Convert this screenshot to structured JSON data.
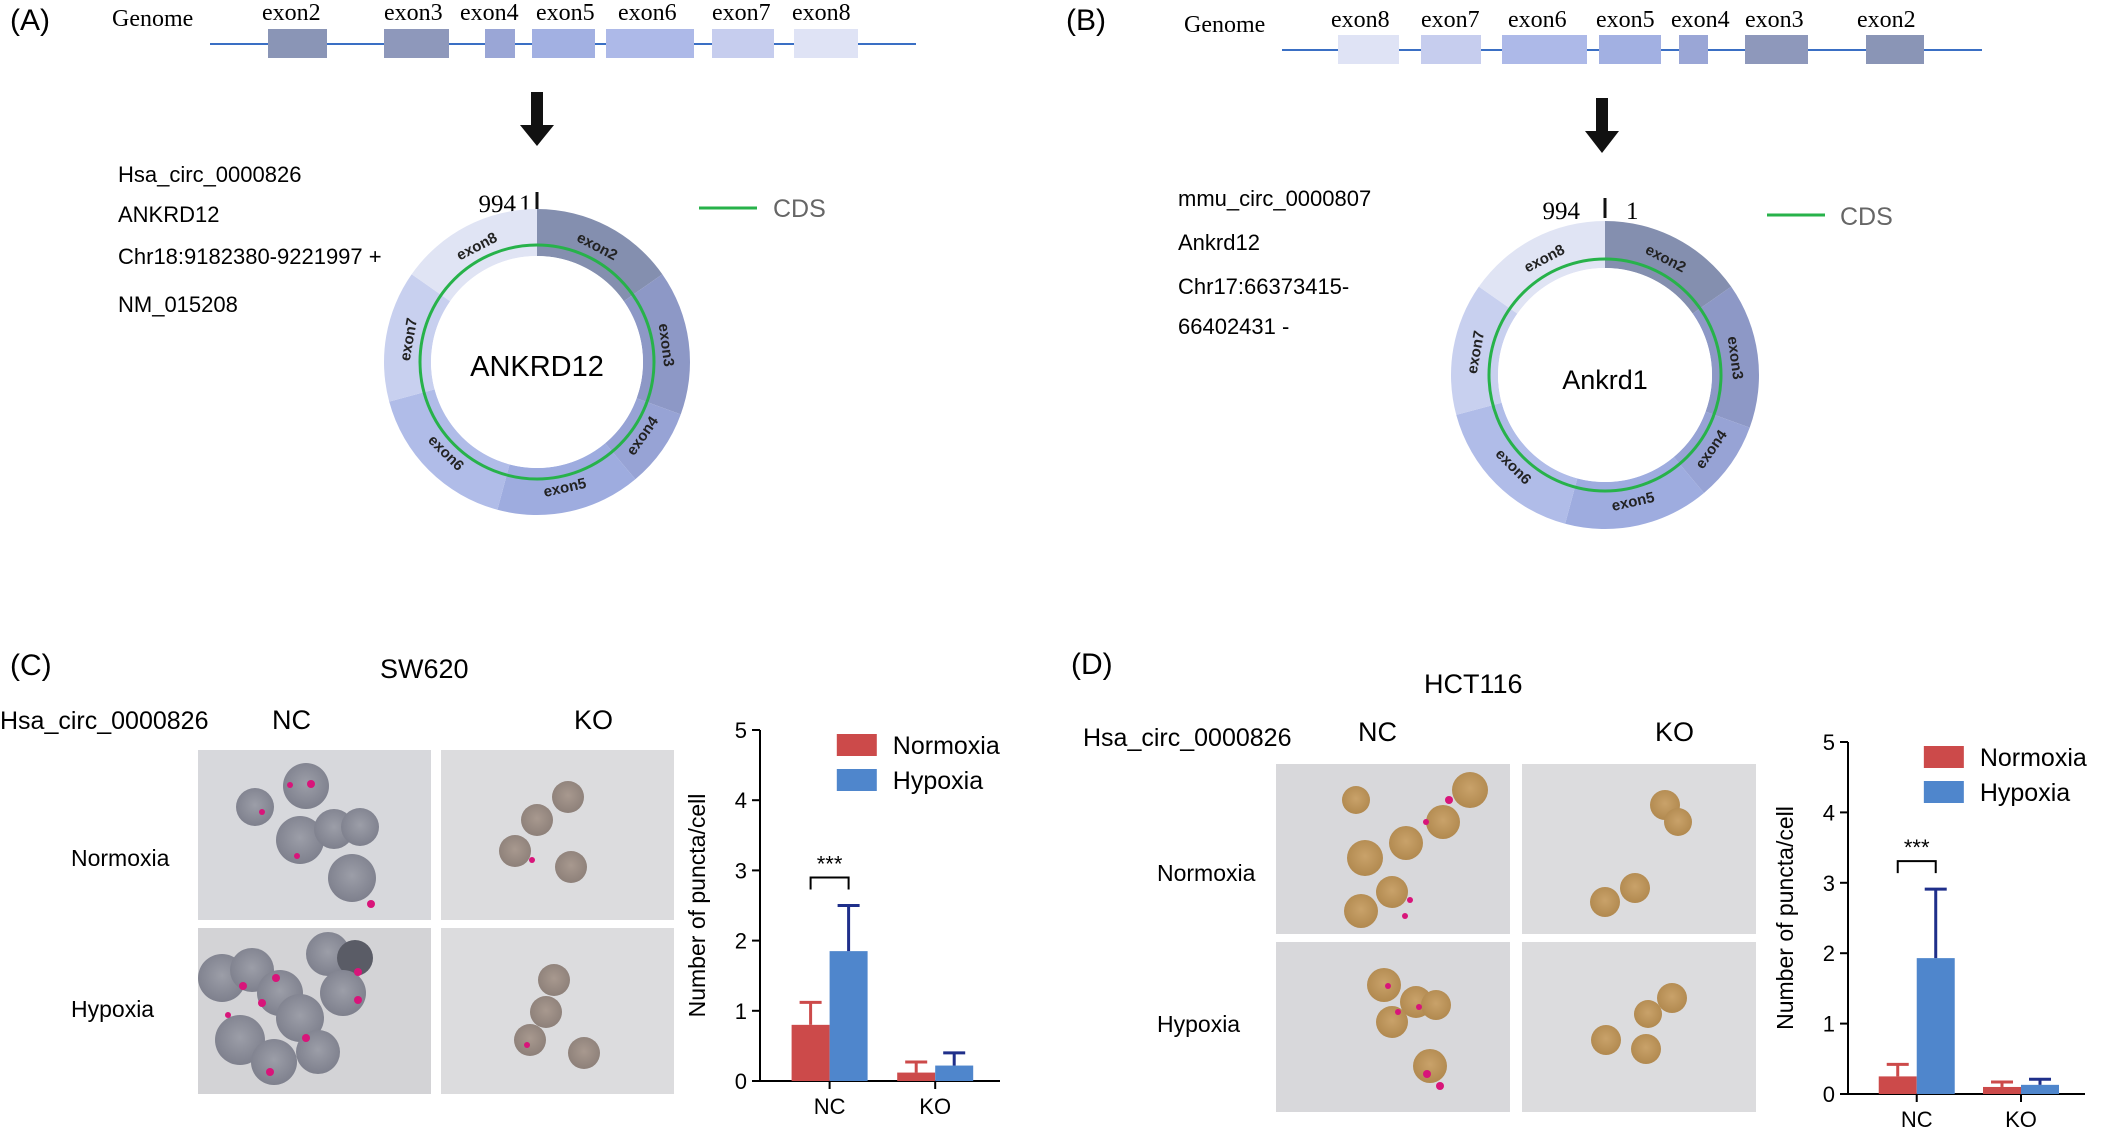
{
  "panels": {
    "A": {
      "label": "(A)",
      "genome_label": "Genome",
      "exons": [
        "exon2",
        "exon3",
        "exon4",
        "exon5",
        "exon6",
        "exon7",
        "exon8"
      ],
      "exon_colors": [
        "#8a95b6",
        "#8e98bb",
        "#9aa6d6",
        "#a2b0e2",
        "#adb9e8",
        "#c6cdee",
        "#dfe3f5"
      ],
      "info": [
        "Hsa_circ_0000826",
        "ANKRD12",
        "Chr18:9182380-9221997  +",
        "NM_015208"
      ],
      "pos_end": "994",
      "pos_start": "1",
      "legend": "CDS",
      "center": "ANKRD12",
      "ring_labels": [
        "exon2",
        "exon3",
        "exon4",
        "exon5",
        "exon6",
        "exon7",
        "exon8"
      ]
    },
    "B": {
      "label": "(B)",
      "genome_label": "Genome",
      "exons": [
        "exon8",
        "exon7",
        "exon6",
        "exon5",
        "exon4",
        "exon3",
        "exon2"
      ],
      "exon_colors": [
        "#dfe3f5",
        "#c6cdee",
        "#adb9e8",
        "#a2b0e2",
        "#9aa6d6",
        "#8e98bb",
        "#8a95b6"
      ],
      "info": [
        "mmu_circ_0000807",
        "Ankrd12",
        "Chr17:66373415-",
        "66402431 -"
      ],
      "pos_end": "994",
      "pos_start": "1",
      "legend": "CDS",
      "center": "Ankrd1",
      "ring_labels": [
        "exon2",
        "exon3",
        "exon4",
        "exon5",
        "exon6",
        "exon7",
        "exon8"
      ]
    },
    "C": {
      "label": "(C)",
      "cell_line": "SW620",
      "circ": "Hsa_circ_0000826",
      "col_nc": "NC",
      "col_ko": "KO",
      "row_norm": "Normoxia",
      "row_hyp": "Hypoxia"
    },
    "D": {
      "label": "(D)",
      "cell_line": "HCT116",
      "circ": "Hsa_circ_0000826",
      "col_nc": "NC",
      "col_ko": "KO",
      "row_norm": "Normoxia",
      "row_hyp": "Hypoxia"
    }
  },
  "colors": {
    "normoxia": "#cc4a4a",
    "hypoxia": "#4f86cc",
    "normoxia_err": "#cc4a4a",
    "hypoxia_err": "#1f2f8a",
    "cds": "#27b24a",
    "axis_line": "#3a6fc4"
  },
  "chart_data": [
    {
      "type": "bar",
      "panel": "C",
      "categories": [
        "NC",
        "KO"
      ],
      "series": [
        {
          "name": "Normoxia",
          "values": [
            0.8,
            0.12
          ],
          "errors": [
            0.32,
            0.15
          ]
        },
        {
          "name": "Hypoxia",
          "values": [
            1.85,
            0.22
          ],
          "errors": [
            0.65,
            0.18
          ]
        }
      ],
      "ylabel": "Number of puncta/cell",
      "ylim": [
        0,
        5
      ],
      "yticks": [
        "0",
        "1",
        "2",
        "3",
        "4",
        "5"
      ],
      "legend": "top-right",
      "significance": "***"
    },
    {
      "type": "bar",
      "panel": "D",
      "categories": [
        "NC",
        "KO"
      ],
      "series": [
        {
          "name": "Normoxia",
          "values": [
            0.25,
            0.1
          ],
          "errors": [
            0.17,
            0.07
          ]
        },
        {
          "name": "Hypoxia",
          "values": [
            1.93,
            0.13
          ],
          "errors": [
            0.98,
            0.08
          ]
        }
      ],
      "ylabel": "Number of puncta/cell",
      "ylim": [
        0,
        5
      ],
      "yticks": [
        "0",
        "1",
        "2",
        "3",
        "4",
        "5"
      ],
      "legend": "top-right",
      "significance": "***"
    }
  ]
}
